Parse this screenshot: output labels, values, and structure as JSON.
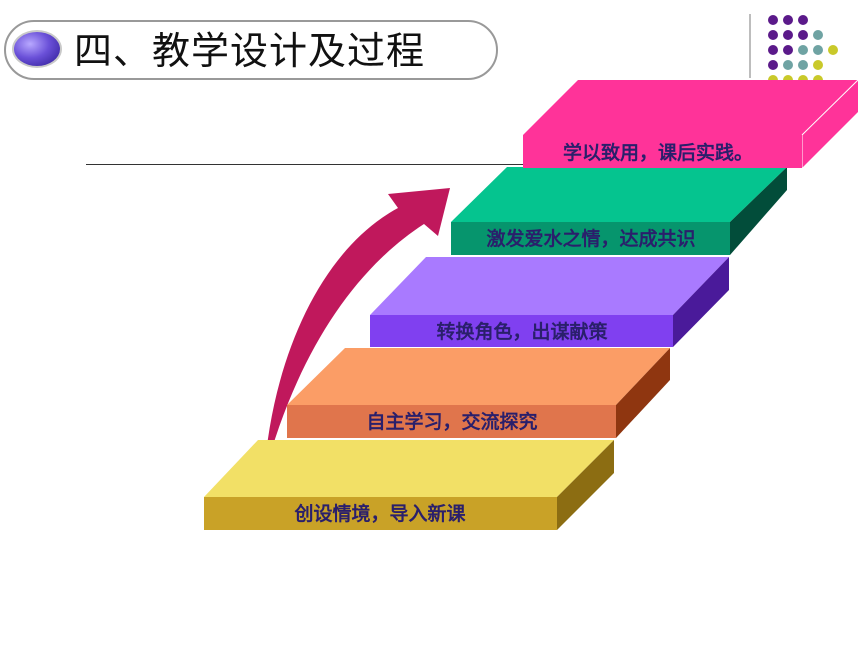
{
  "title": "四、教学设计及过程",
  "steps": [
    {
      "label": "创设情境，导入新课",
      "top": "#f2e066",
      "front": "#c9a227",
      "side": "#8c6d12"
    },
    {
      "label": "自主学习，交流探究",
      "top": "#fb9d66",
      "front": "#e0754c",
      "side": "#8f3610"
    },
    {
      "label": "转换角色，出谋献策",
      "top": "#a97aff",
      "front": "#8040f0",
      "side": "#4a1a9a"
    },
    {
      "label": "激发爱水之情，达成共识",
      "top": "#05c48f",
      "front": "#06956d",
      "side": "#024d3a"
    },
    {
      "label": "学以致用，课后实践。",
      "top": "#ff3399",
      "front": "#ff3399",
      "side": "#ff3399"
    }
  ],
  "colors": {
    "arrow": "#c0185c",
    "dot_purple": "#5b1a8a",
    "dot_teal": "#6fa3a3",
    "dot_yellow": "#c9c92a"
  }
}
